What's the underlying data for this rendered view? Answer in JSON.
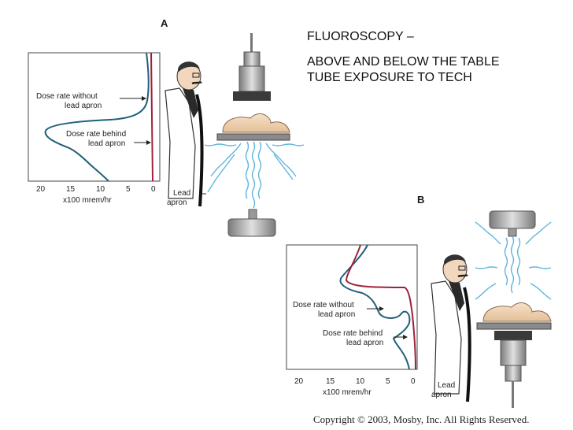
{
  "title": {
    "line1": "FLUOROSCOPY –",
    "line2": "ABOVE AND BELOW THE TABLE",
    "line3": "TUBE EXPOSURE TO TECH"
  },
  "panel_a": {
    "label": "A",
    "curve_without": "Dose rate without",
    "curve_without_2": "lead apron",
    "curve_behind": "Dose rate behind",
    "curve_behind_2": "lead apron",
    "ticks": [
      "20",
      "15",
      "10",
      "5",
      "0"
    ],
    "axis_unit": "x100 mrem/hr",
    "apron_1": "Lead",
    "apron_2": "apron"
  },
  "panel_b": {
    "label": "B",
    "curve_without": "Dose rate without",
    "curve_without_2": "lead apron",
    "curve_behind": "Dose rate behind",
    "curve_behind_2": "lead apron",
    "ticks": [
      "20",
      "15",
      "10",
      "5",
      "0"
    ],
    "axis_unit": "x100 mrem/hr",
    "apron_1": "Lead",
    "apron_2": "apron"
  },
  "copyright": "Copyright © 2003, Mosby, Inc. All Rights Reserved.",
  "colors": {
    "curve_without": "#1f5f7a",
    "curve_behind": "#a0203c",
    "radiation": "#5fb5dd",
    "tube": "#9a9a9a"
  }
}
